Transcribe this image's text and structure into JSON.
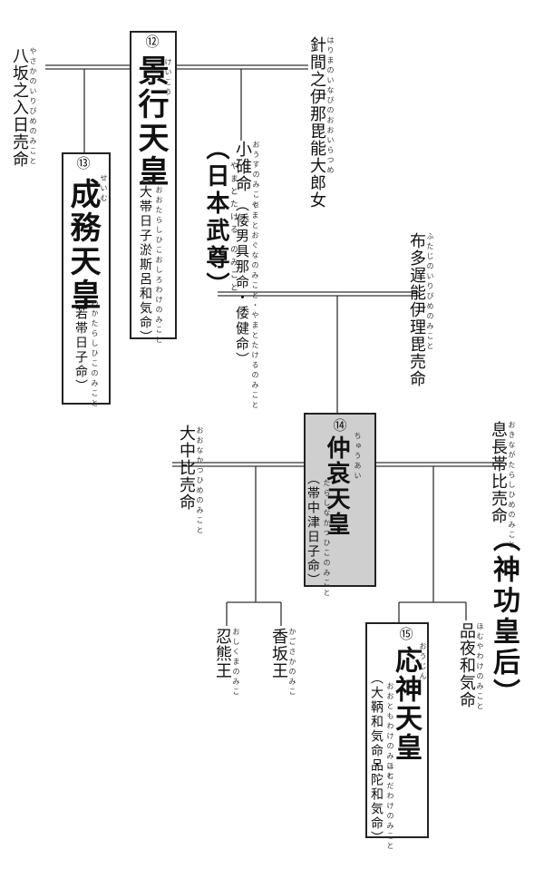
{
  "persons": {
    "keiko": {
      "num": "⑫",
      "reading": "けいこう",
      "name": "景行天皇",
      "alias": "（大帯日子淤斯呂和気命）",
      "alias_reading": "おおたらしひこおしろわけのみこと"
    },
    "yasaka": {
      "name": "八坂之入日売命",
      "reading": "やさかのいりびめのみこと"
    },
    "seimu": {
      "num": "⑬",
      "reading": "せいむ",
      "name": "成務天皇",
      "alias": "（若帯日子命）",
      "alias_reading": "わかたらしひこのみこと"
    },
    "harima": {
      "name": "針間之伊那毘能大郎女",
      "reading": "はりまのいなびのおおいらつめ"
    },
    "ousu": {
      "name": "小碓命",
      "reading": "おうすのみこと",
      "alias": "（倭男具那命・倭健命）",
      "alias_reading": "やまとおぐなのみこと・やまとたけるのみこと"
    },
    "yamato_hand": {
      "text": "（日本武尊）",
      "reading": "やまとたける のみこと"
    },
    "futaji": {
      "name": "布多遅能伊理毘売命",
      "reading": "ふたじのいりびめのみこと"
    },
    "chuai": {
      "num": "⑭",
      "reading": "ちゅうあい",
      "name": "仲哀天皇",
      "alias": "（帯中津日子命）",
      "alias_reading": "たらしなかつひこのみこと"
    },
    "onaka": {
      "name": "大中比売命",
      "reading": "おおなかつひめのみこと"
    },
    "okinaga": {
      "name": "息長帯比売命",
      "reading": "おきながたらしひめのみこと"
    },
    "jingu_hand": {
      "text": "（神功皇后）"
    },
    "kagosaka": {
      "name": "香坂王",
      "reading": "かごさかのみこ"
    },
    "oshikuma": {
      "name": "忍熊王",
      "reading": "おしくまのみこ"
    },
    "homuya": {
      "name": "品夜和気命",
      "reading": "ほむやわけのみこと"
    },
    "ojin": {
      "num": "⑮",
      "reading": "おうじん",
      "name": "応神天皇",
      "alias1": "（大鞆和気命・",
      "alias1_reading": "おおともわけのみこと",
      "alias2": "品陀和気命）",
      "alias2_reading": "ほむだわけのみこと"
    }
  },
  "colors": {
    "line": "#333333",
    "shade": "#cfcfcf"
  }
}
